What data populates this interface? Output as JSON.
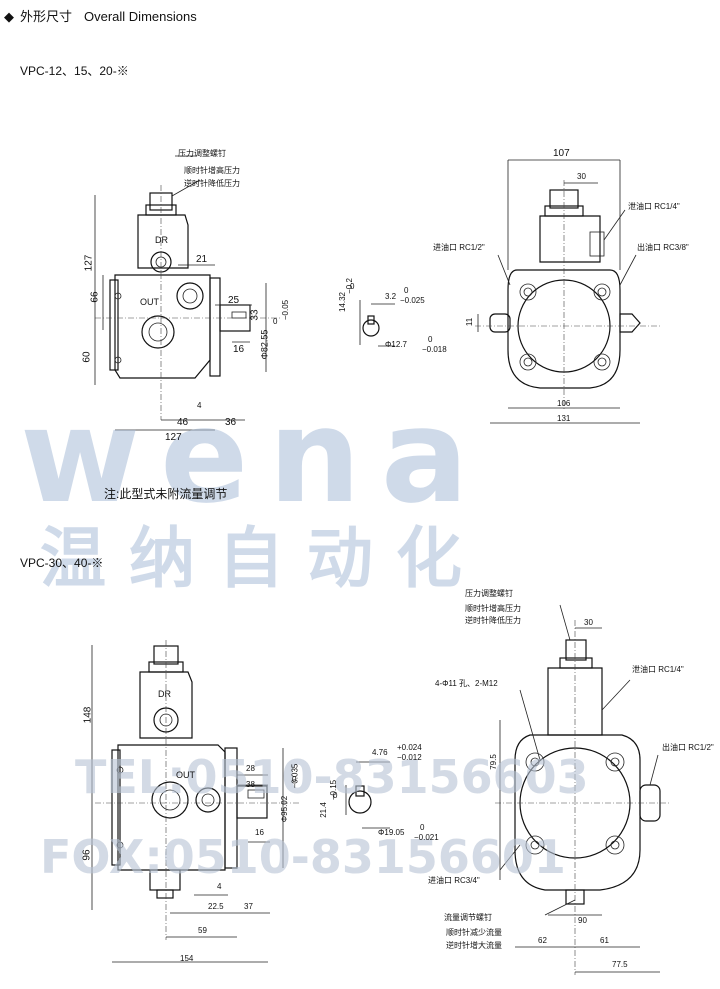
{
  "header": {
    "bullet": "◆",
    "title": "外形尺寸",
    "title_en": "Overall Dimensions"
  },
  "section1": {
    "model": "VPC-12、15、20-※",
    "callout_pressure": "压力调整螺钉",
    "callout_cw_up": "顺时针增高压力",
    "callout_ccw_down": "逆时针降低压力",
    "port_dr": "DR",
    "port_out": "OUT",
    "inlet": "进油口 RC1/2\"",
    "drain": "泄油口 RC1/4\"",
    "outlet": "出油口 RC3/8\"",
    "dims": {
      "d127v": "127",
      "d66": "66",
      "d60": "60",
      "d21": "21",
      "d25": "25",
      "d33": "33",
      "d16": "16",
      "d8255": "Φ82.55",
      "d8255tol_a": "0",
      "d8255tol_b": "−0.05",
      "d4": "4",
      "d46": "46",
      "d36": "36",
      "d127h": "127",
      "d1432": "14.32",
      "d1432tol_a": "0",
      "d1432tol_b": "−0.2",
      "d32": "3.2",
      "d32tol_a": "0",
      "d32tol_b": "−0.025",
      "d127s": "Φ12.7",
      "d127stol_a": "0",
      "d127stol_b": "−0.018",
      "d107": "107",
      "d30": "30",
      "d11": "11",
      "d106": "106",
      "d131": "131"
    },
    "note": "注:此型式未附流量调节"
  },
  "section2": {
    "model": "VPC-30、40-※",
    "callout_pressure": "压力调整螺钉",
    "callout_cw_up": "顺时针增高压力",
    "callout_ccw_down": "逆时针降低压力",
    "port_dr": "DR",
    "port_out": "OUT",
    "holes": "4-Φ11 孔、2-M12",
    "drain": "泄油口 RC1/4\"",
    "outlet": "出油口 RC1/2\"",
    "inlet": "进油口 RC3/4\"",
    "flow_screw": "流量调节螺钉",
    "flow_cw": "顺时针减少流量",
    "flow_ccw": "逆时针增大流量",
    "dims": {
      "d148": "148",
      "d96": "96",
      "d28": "28",
      "d38": "38",
      "d9502": "Φ95.02",
      "d9502tol_a": "0",
      "d9502tol_b": "−0.035",
      "d16": "16",
      "d4": "4",
      "d225": "22.5",
      "d37": "37",
      "d59": "59",
      "d154": "154",
      "d476": "4.76",
      "d476tol_a": "+0.024",
      "d476tol_b": "−0.012",
      "d214": "21.4",
      "d214tol_a": "0",
      "d214tol_b": "−0.15",
      "d1905": "Φ19.05",
      "d1905tol_a": "0",
      "d1905tol_b": "−0.021",
      "d30": "30",
      "d795": "79.5",
      "d90": "90",
      "d62": "62",
      "d61": "61",
      "d775": "77.5"
    }
  },
  "watermark": {
    "brand": "wena",
    "cn": "温 纳 自 动 化",
    "tel": "TEL:0510-83156603",
    "fax": "FOX:0510-83156601"
  }
}
